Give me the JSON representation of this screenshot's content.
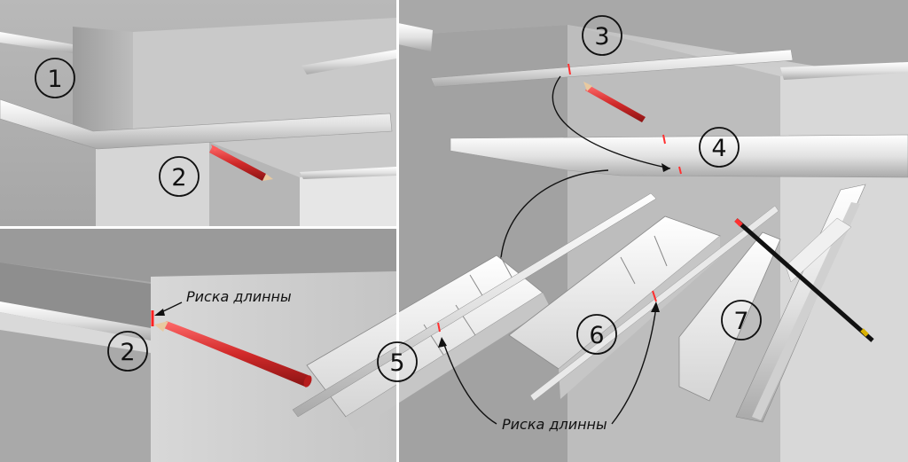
{
  "steps": [
    "1",
    "2",
    "2",
    "3",
    "4",
    "5",
    "6",
    "7"
  ],
  "labels": {
    "mark_top": "Риска длинны",
    "mark_bottom": "Риска длинны"
  },
  "colors": {
    "pencil": "#e03a3a",
    "mark": "#ff3030",
    "wall": "#c8c8c8",
    "molding": "#ececec",
    "ink": "#111111",
    "divider": "#ffffff"
  },
  "icons": [
    "pencil-icon",
    "hacksaw-icon",
    "miter-box-icon",
    "ceiling-molding-icon",
    "curved-arrow-icon"
  ]
}
